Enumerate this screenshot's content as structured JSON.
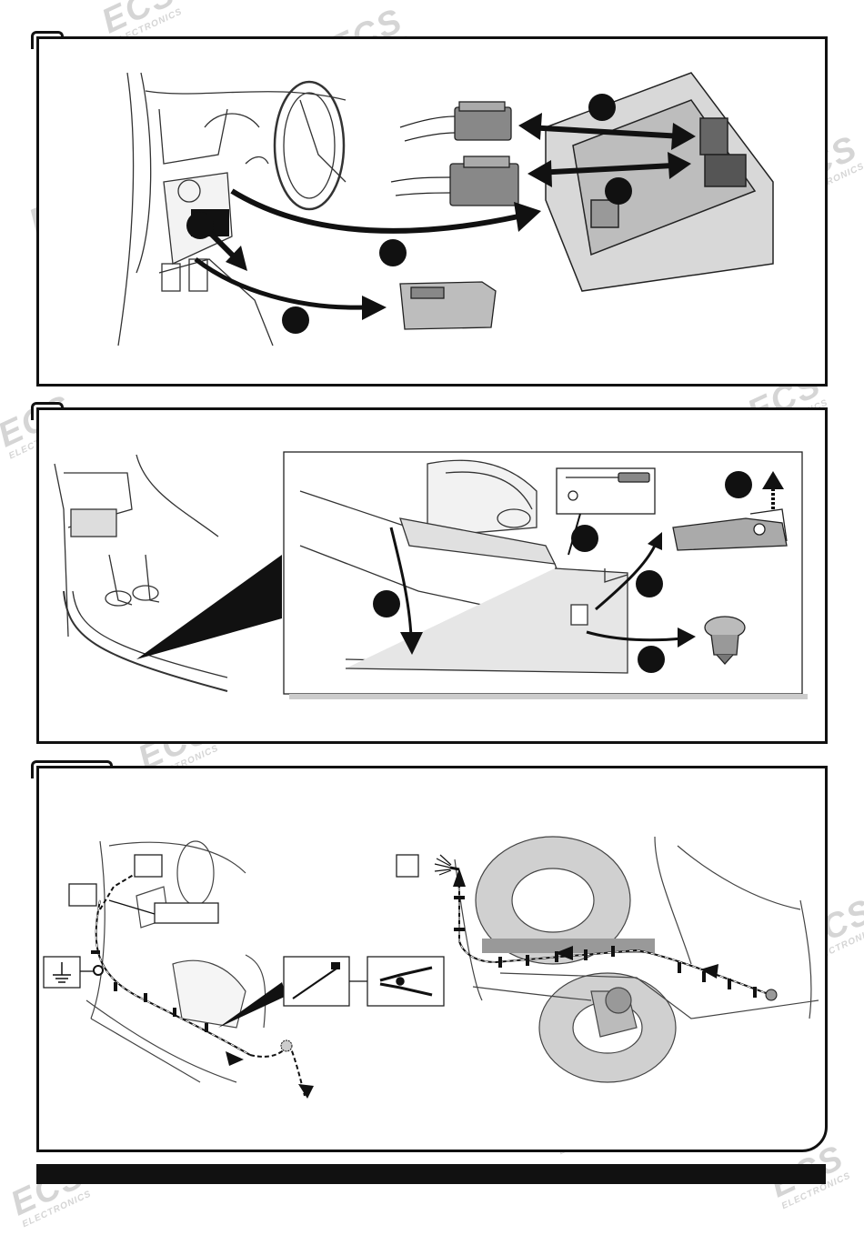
{
  "panels": [
    {
      "id": "panel-1",
      "tab_label": ""
    },
    {
      "id": "panel-2",
      "tab_label": ""
    },
    {
      "id": "panel-3",
      "tab_label": ""
    }
  ],
  "watermark": {
    "brand": "ECS",
    "subtitle": "ELECTRONICS"
  },
  "colors": {
    "line": "#111111",
    "watermark": "#d5d5d5",
    "marker": "#111111",
    "part_fill": "#cccccc"
  },
  "icons": [
    "screwdriver-icon",
    "ground-icon",
    "cable-tie-icon",
    "side-cutter-icon",
    "arrow-icon"
  ]
}
